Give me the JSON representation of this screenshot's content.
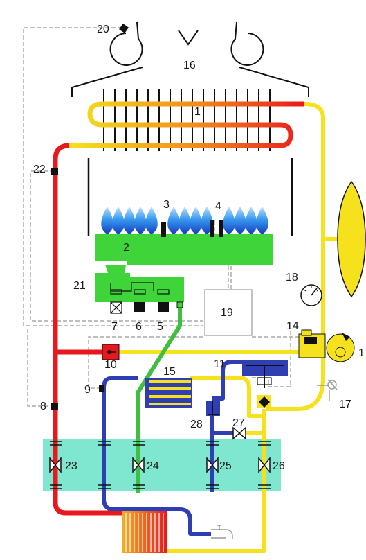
{
  "labels": {
    "n1": "1",
    "n2": "2",
    "n3": "3",
    "n4": "4",
    "n5": "5",
    "n6": "6",
    "n7": "7",
    "n8": "8",
    "n9": "9",
    "n10": "10",
    "n11": "11",
    "n12": "1",
    "n14": "14",
    "n15": "15",
    "n16": "16",
    "n17": "17",
    "n18": "18",
    "n19": "19",
    "n20": "20",
    "n21": "21",
    "n22": "22",
    "n23": "23",
    "n24": "24",
    "n25": "25",
    "n26": "26",
    "n27": "27",
    "n28": "28"
  },
  "colors": {
    "hot_water": "#e8191e",
    "cold_water": "#2f3fb3",
    "gas": "#3fbf3f",
    "domestic_hot": "#f5e21c",
    "burner_body": "#3fd43a",
    "connection_band": "#7fe7cf",
    "flame": "#1e7fe0",
    "wiring": "#a9a9a9"
  }
}
